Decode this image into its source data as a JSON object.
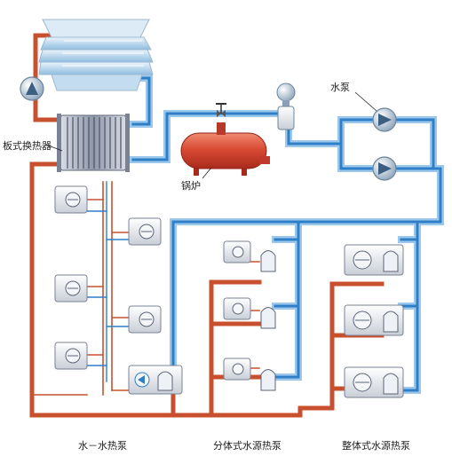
{
  "labels": {
    "plate_heat_exchanger": "板式换热器",
    "boiler": "锅炉",
    "water_pump": "水泵",
    "water_water_heat_pump": "水－水热泵",
    "split_water_source_heat_pump": "分体式水源热泵",
    "packaged_water_source_heat_pump": "整体式水源热泵"
  },
  "colors": {
    "hot_pipe": "#c8502e",
    "cold_pipe": "#2f7fc6",
    "cold_pipe_light": "#9cc8ee",
    "boiler": "#d94a34",
    "tower": "#b9d8ef",
    "unit": "#e3e6eb"
  },
  "icons": {
    "cooling_tower": "cooling-tower-icon",
    "pump": "pump-icon",
    "expansion_tank": "expansion-tank-icon",
    "valve": "valve-icon",
    "heat_pump_unit": "heat-pump-unit-icon"
  }
}
